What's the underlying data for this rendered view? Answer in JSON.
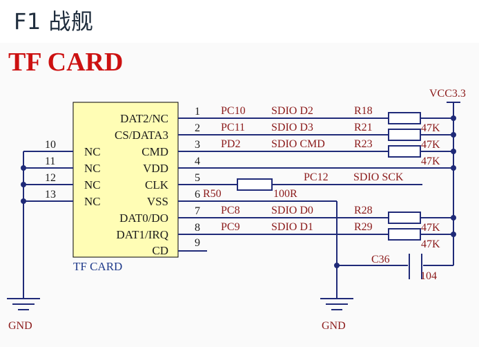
{
  "heading": "F1 战舰",
  "title": "TF CARD",
  "part_label": "TF CARD",
  "vcc_label": "VCC3.3",
  "gnd_left": "GND",
  "gnd_right": "GND",
  "left_pins": [
    {
      "num": "10",
      "name": "NC"
    },
    {
      "num": "11",
      "name": "NC"
    },
    {
      "num": "12",
      "name": "NC"
    },
    {
      "num": "13",
      "name": "NC"
    }
  ],
  "right_pins": [
    {
      "num": "1",
      "name": "DAT2/NC"
    },
    {
      "num": "2",
      "name": "CS/DATA3"
    },
    {
      "num": "3",
      "name": "CMD"
    },
    {
      "num": "4",
      "name": "VDD"
    },
    {
      "num": "5",
      "name": "CLK"
    },
    {
      "num": "6",
      "name": "VSS"
    },
    {
      "num": "7",
      "name": "DAT0/DO"
    },
    {
      "num": "8",
      "name": "DAT1/IRQ"
    },
    {
      "num": "9",
      "name": "CD"
    }
  ],
  "nets": [
    {
      "pc": "PC10",
      "sdio": "SDIO D2",
      "res": "R18",
      "val": "47K"
    },
    {
      "pc": "PC11",
      "sdio": "SDIO D3",
      "res": "R21",
      "val": "47K"
    },
    {
      "pc": "PD2",
      "sdio": "SDIO CMD",
      "res": "R23",
      "val": "47K"
    },
    {
      "pc": "PC8",
      "sdio": "SDIO D0",
      "res": "R28",
      "val": "47K"
    },
    {
      "pc": "PC9",
      "sdio": "SDIO D1",
      "res": "R29",
      "val": "47K"
    }
  ],
  "clk_net": {
    "pc": "PC12",
    "sdio": "SDIO SCK"
  },
  "r50": {
    "ref": "R50",
    "val": "100R"
  },
  "c36": {
    "ref": "C36",
    "val": "104"
  },
  "colors": {
    "wire": "#1f2a78",
    "title": "#cc1111",
    "net": "#8b1a1a",
    "body": "#fffdb5"
  }
}
